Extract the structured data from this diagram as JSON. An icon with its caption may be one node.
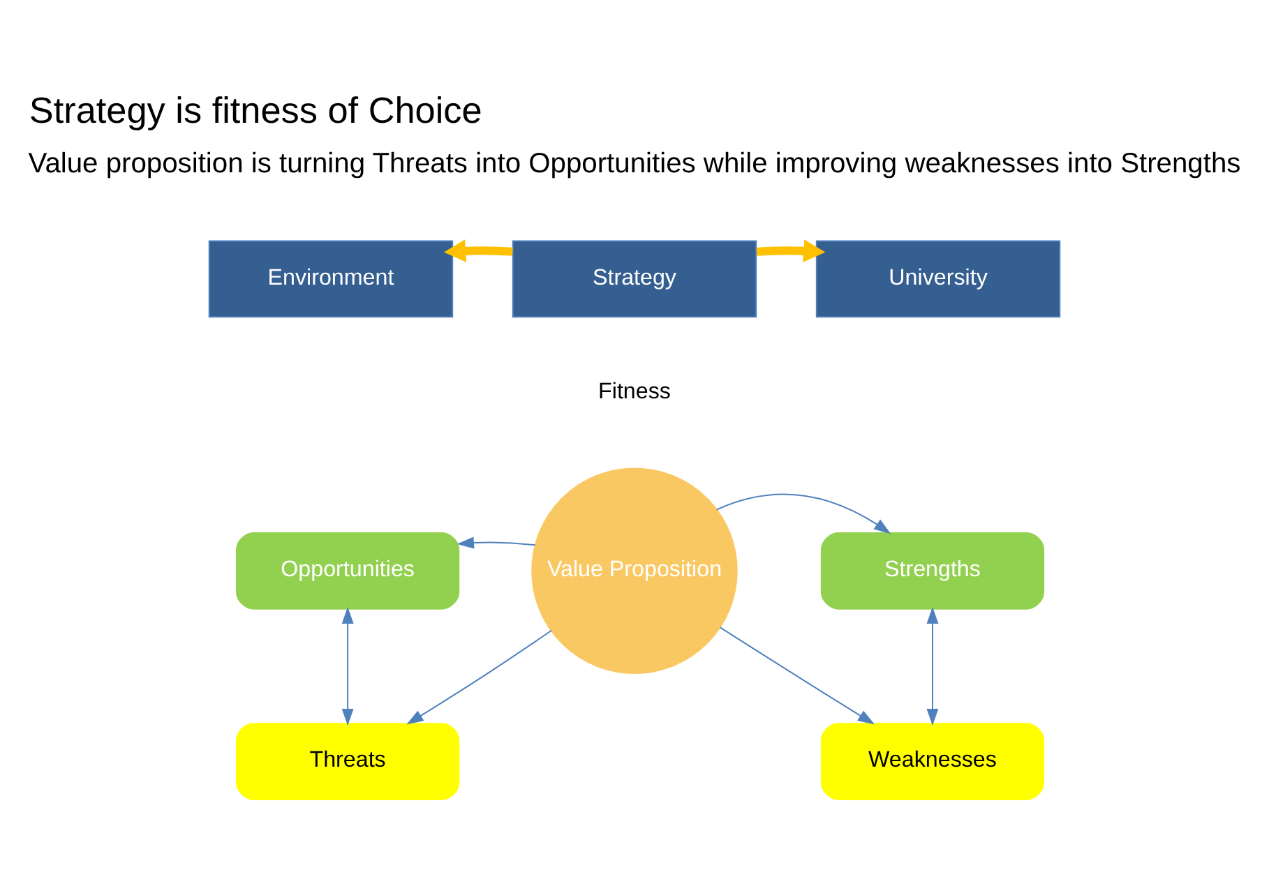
{
  "diagram": {
    "title": "Strategy is fitness of Choice",
    "nodes": [
      {
        "text": [
          "Environment"
        ]
      },
      {
        "text": [
          "Strategy"
        ],
        "beside": [
          "Fitness"
        ]
      },
      {
        "text": [
          "University"
        ]
      },
      {
        "text": [
          "Opportunities"
        ]
      },
      {
        "text": [
          "Value Proposition"
        ]
      },
      {
        "text": [
          "Strengths"
        ]
      },
      {
        "text": [
          "Threats"
        ]
      },
      {
        "text": [
          "Weaknesses"
        ]
      }
    ],
    "edges": [
      {
        "from": 1,
        "to": 0,
        "arrow": "to",
        "style": "thick",
        "color": "#ffc000"
      },
      {
        "from": 1,
        "to": 2,
        "arrow": "to",
        "style": "thick",
        "color": "#ffc000"
      },
      {
        "from": 4,
        "to": 3,
        "arrow": "to"
      },
      {
        "from": 4,
        "to": 5,
        "arrow": "to"
      },
      {
        "from": 3,
        "to": 6,
        "arrow": "both"
      },
      {
        "from": 5,
        "to": 7,
        "arrow": "both"
      },
      {
        "from": 4,
        "to": 6,
        "arrow": "to"
      },
      {
        "from": 4,
        "to": 7,
        "arrow": "to"
      }
    ],
    "labels": [
      "Value proposition is turning Threats into Opportunities while improving weaknesses into Strengths"
    ]
  }
}
